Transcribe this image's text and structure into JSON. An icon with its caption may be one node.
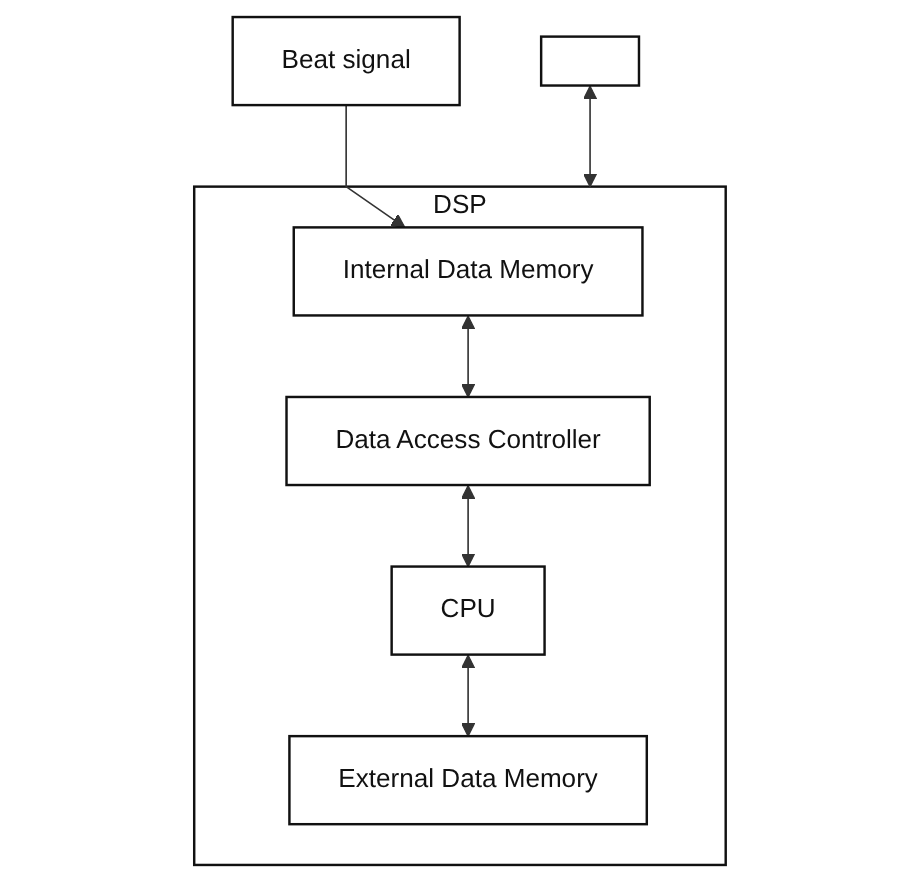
{
  "diagram": {
    "nodes": [
      {
        "text": [
          "Beat signal"
        ]
      },
      {
        "text": [],
        "shape": "box"
      },
      {
        "text": [
          "DSP"
        ]
      },
      {
        "text": [
          "Internal Data Memory"
        ],
        "in": 2
      },
      {
        "text": [
          "Data Access Controller"
        ],
        "in": 2
      },
      {
        "text": [
          "CPU"
        ],
        "in": 2
      },
      {
        "text": [
          "External Data Memory"
        ],
        "in": 2
      }
    ],
    "edges": [
      {
        "from": 0,
        "to": 3,
        "arrow": "to"
      },
      {
        "from": 1,
        "to": 2,
        "arrow": "both"
      },
      {
        "from": 3,
        "to": 4,
        "arrow": "both"
      },
      {
        "from": 4,
        "to": 5,
        "arrow": "both"
      },
      {
        "from": 5,
        "to": 6,
        "arrow": "both"
      }
    ]
  }
}
